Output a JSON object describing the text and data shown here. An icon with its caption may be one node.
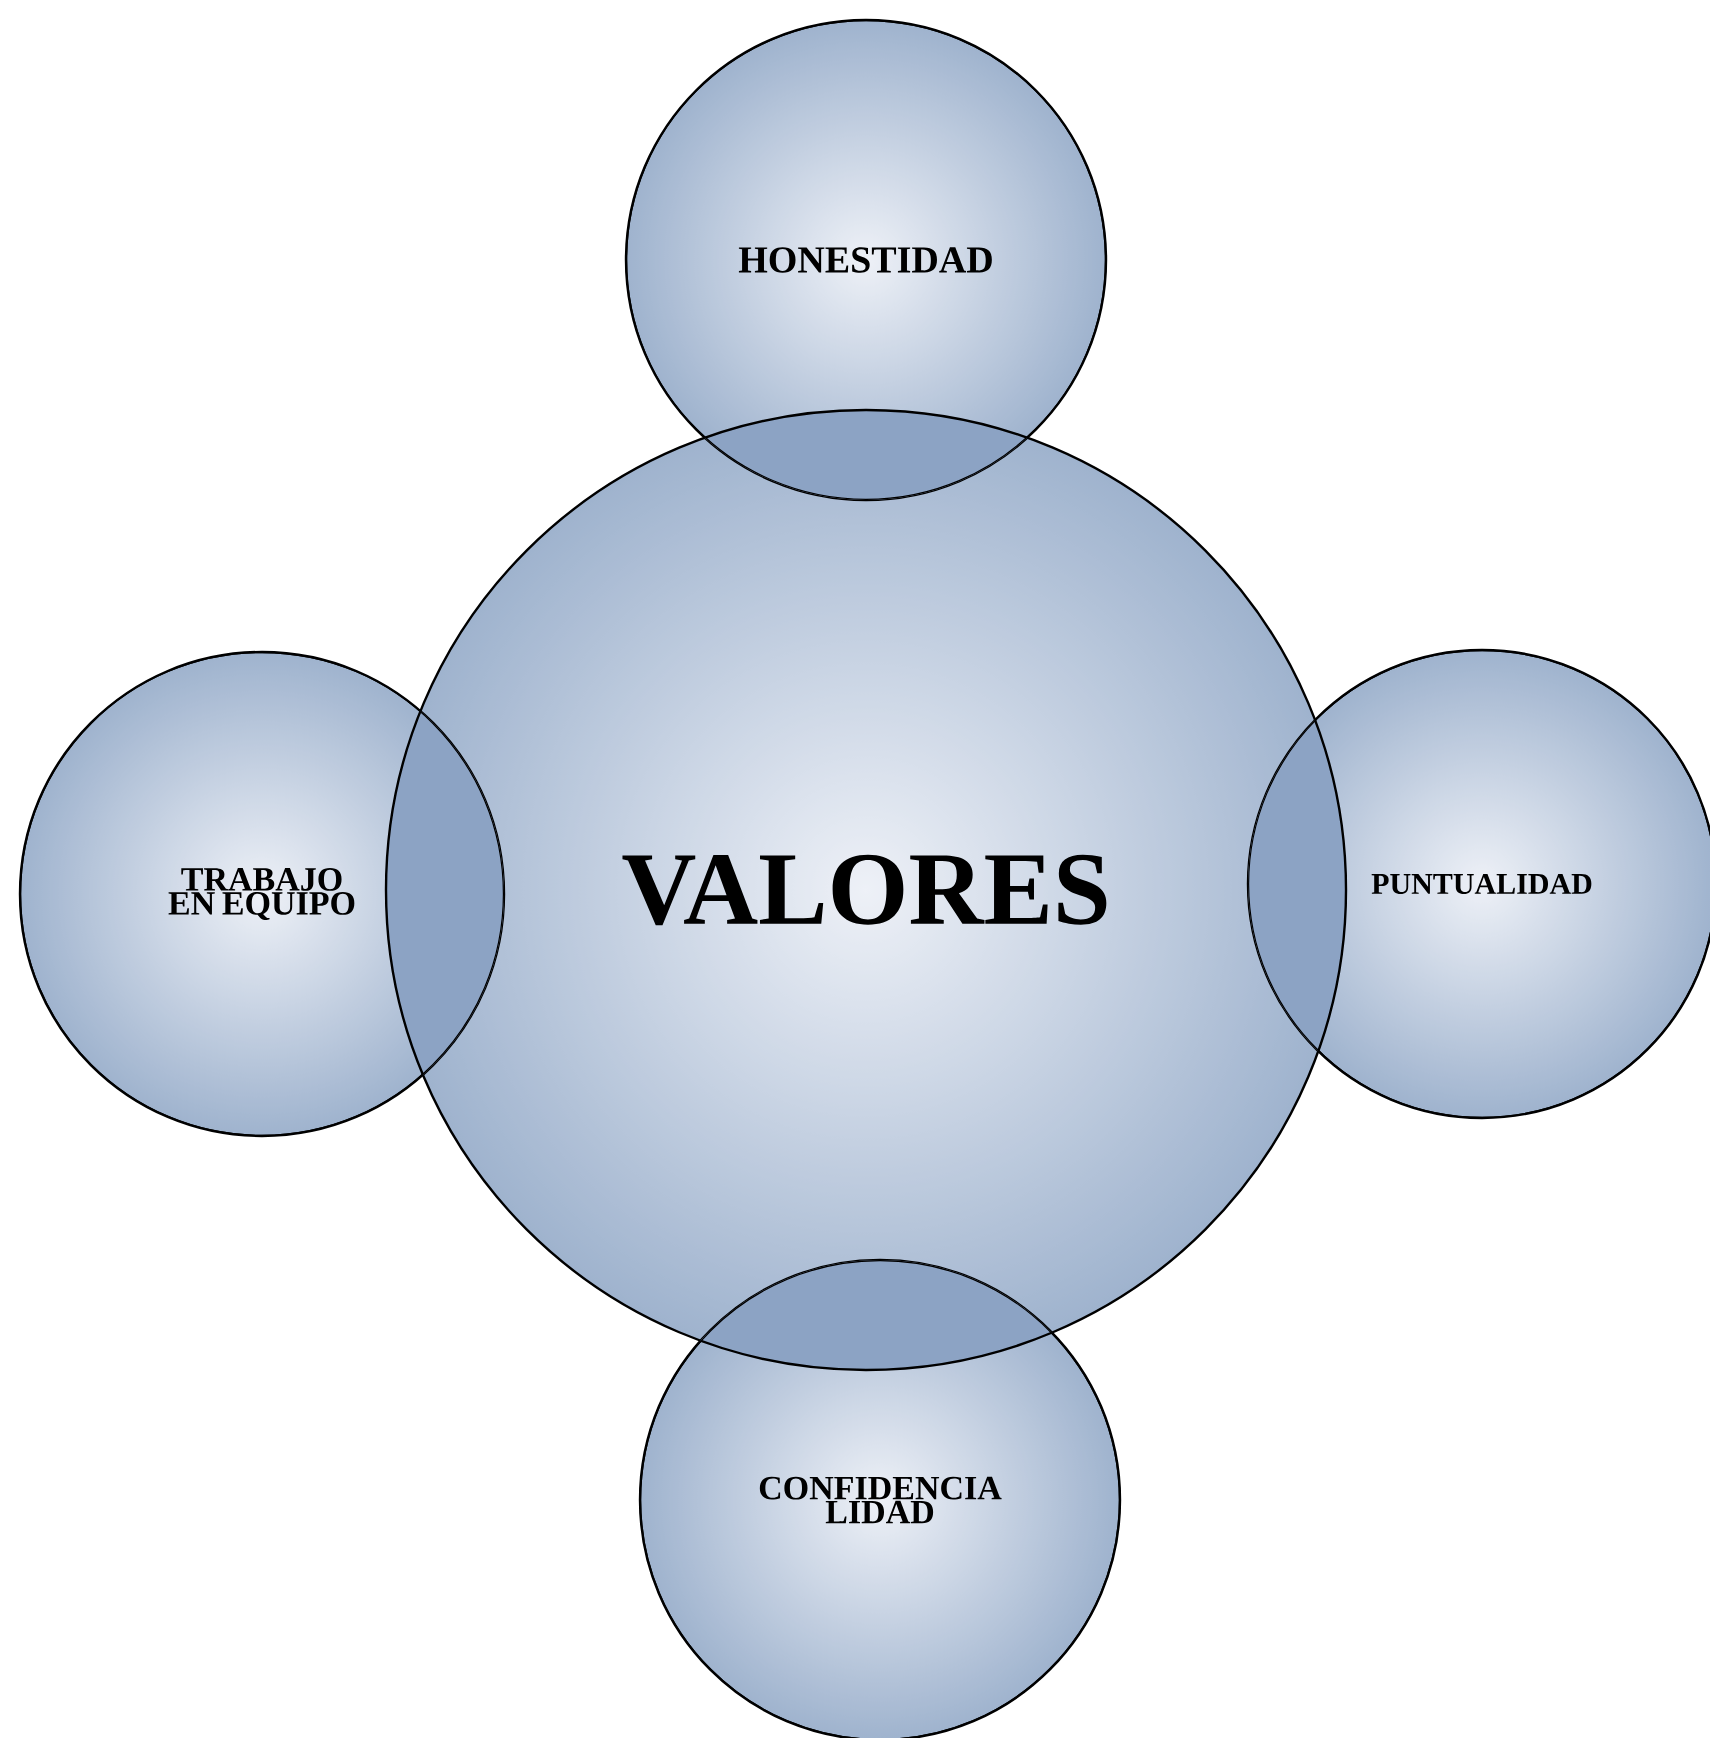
{
  "diagram": {
    "nodes": [
      {
        "text": [
          "HONESTIDAD"
        ]
      },
      {
        "text": [
          "TRABAJO EN EQUIPO"
        ]
      },
      {
        "text": [
          "VALORES"
        ]
      },
      {
        "text": [
          "PUNTUALIDAD"
        ]
      },
      {
        "text": [
          "CONFIDENCIA LIDAD"
        ]
      }
    ]
  }
}
